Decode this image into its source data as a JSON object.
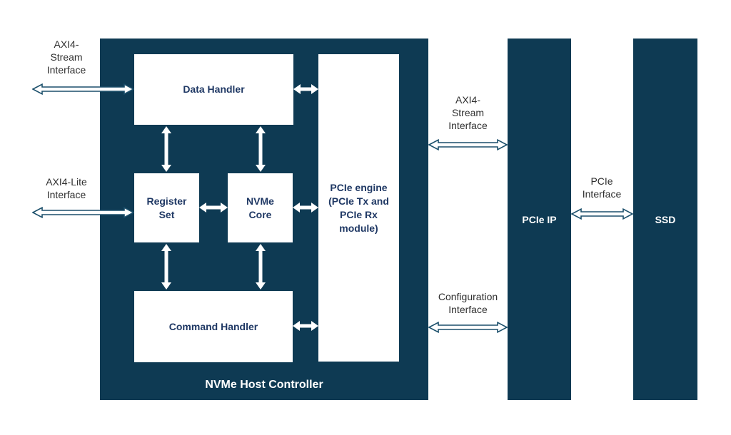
{
  "colors": {
    "teal": "#0e3a53",
    "navy": "#1f3864",
    "outline": "#1b4f6b",
    "ink": "#2f2f2f"
  },
  "host_controller": {
    "title": "NVMe Host Controller",
    "blocks": {
      "data_handler": "Data Handler",
      "register_set": "Register\nSet",
      "nvme_core": "NVMe\nCore",
      "pcie_engine": "PCIe engine\n(PCIe Tx and\nPCIe Rx\nmodule)",
      "command_handler": "Command Handler"
    }
  },
  "pcie_ip": {
    "label": "PCIe IP"
  },
  "ssd": {
    "label": "SSD"
  },
  "interfaces": {
    "axi4_stream_left": "AXI4-\nStream\nInterface",
    "axi4_lite": "AXI4-Lite\nInterface",
    "axi4_stream_mid": "AXI4-\nStream\nInterface",
    "configuration": "Configuration\nInterface",
    "pcie": "PCIe\nInterface"
  }
}
